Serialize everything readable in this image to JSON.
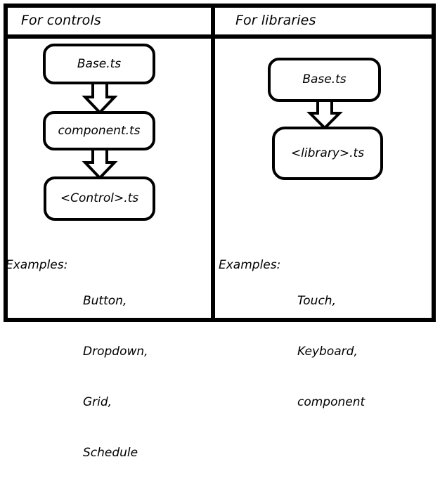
{
  "figure": {
    "background_color": "#ffffff",
    "line_color": "#000000",
    "text_color": "#000000"
  },
  "columns": [
    {
      "id": "controls",
      "header": "For controls",
      "nodes": [
        {
          "name": "node-base-ts",
          "label": "Base.ts"
        },
        {
          "name": "node-component-ts",
          "label": "component.ts"
        },
        {
          "name": "node-control-ts",
          "label": "<Control>.ts"
        }
      ],
      "arrows": [
        {
          "name": "arrow-base-to-component",
          "from": "Base.ts",
          "to": "component.ts"
        },
        {
          "name": "arrow-component-to-control",
          "from": "component.ts",
          "to": "<Control>.ts"
        }
      ],
      "examples_label": "Examples:",
      "examples": [
        "Button,",
        "Dropdown,",
        "Grid,",
        "Schedule"
      ]
    },
    {
      "id": "libraries",
      "header": "For libraries",
      "nodes": [
        {
          "name": "node-base-ts",
          "label": "Base.ts"
        },
        {
          "name": "node-library-ts",
          "label": "<library>.ts"
        }
      ],
      "arrows": [
        {
          "name": "arrow-base-to-library",
          "from": "Base.ts",
          "to": "<library>.ts"
        }
      ],
      "examples_label": "Examples:",
      "examples": [
        "Touch,",
        "Keyboard,",
        "component"
      ]
    }
  ]
}
